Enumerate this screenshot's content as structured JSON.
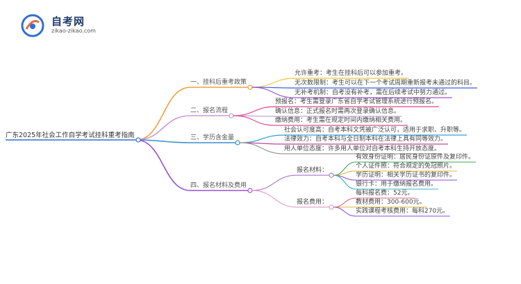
{
  "brand": {
    "title": "自考网",
    "url": "zikao-zikao.com",
    "colors": {
      "primary": "#1f3a6b",
      "accent": "#e86a3a",
      "blue": "#2f6fd1"
    }
  },
  "mindmap": {
    "root": "广东2025年社会工作自学考试挂科重考指南",
    "branches": [
      {
        "label": "一、挂科后重考政策",
        "color": "#f0a13c",
        "children": [
          {
            "label": "允许重考：考生在挂科后可以参加重考。",
            "color": "#f6c23a"
          },
          {
            "label": "无次数限制：考生可以在下一个考试周期重新报考未通过的科目。",
            "color": "#3b5fd6"
          },
          {
            "label": "无补考机制：自考没有补考，需在后续考试中努力通过。",
            "color": "#9c4fd0"
          }
        ]
      },
      {
        "label": "二、报名流程",
        "color": "#c99ad6",
        "children": [
          {
            "label": "预报名：考生需登录广东省自学考试管理系统进行预报名。",
            "color": "#e0408a"
          },
          {
            "label": "确认信息：正式报名时需再次登录确认信息。",
            "color": "#b9a7d9"
          },
          {
            "label": "缴纳费用：考生需在规定时间内缴纳相关费用。",
            "color": "#d9508a"
          }
        ]
      },
      {
        "label": "三、学历含金量",
        "color": "#3a8ec9",
        "children": [
          {
            "label": "社会认可度高：自考本科文凭被广泛认可，适用于求职、升职等。",
            "color": "#2fa0d8"
          },
          {
            "label": "法律效力：自考本科与全日制本科在法律上具有同等效力。",
            "color": "#b54a9a"
          },
          {
            "label": "用人单位态度：许多用人单位对自考本科生持开放态度。",
            "color": "#9a9a9a"
          }
        ]
      },
      {
        "label": "四、报名材料及费用",
        "color": "#9c4fd0",
        "children": [
          {
            "label": "报名材料：",
            "color": "#b77bd6",
            "children": [
              {
                "label": "有效身份证明：居民身份证原件及复印件。",
                "color": "#3aa55a"
              },
              {
                "label": "个人证件照：符合规定的免冠照片。",
                "color": "#e6b63a"
              },
              {
                "label": "学历证明：相关学历证书的复印件。",
                "color": "#8a4fd0"
              },
              {
                "label": "银行卡：用于缴纳报名费用。",
                "color": "#3fb0c0"
              }
            ]
          },
          {
            "label": "报名费用：",
            "color": "#e2a0c8",
            "children": [
              {
                "label": "每科报名费：52元。",
                "color": "#e0608a"
              },
              {
                "label": "教材费用：300-600元。",
                "color": "#e0b03a"
              },
              {
                "label": "实践课程考核费用：每科270元。",
                "color": "#8a4fd0"
              }
            ]
          }
        ]
      }
    ]
  }
}
